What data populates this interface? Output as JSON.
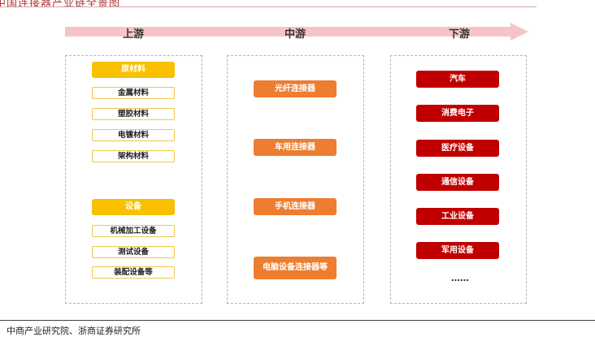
{
  "title": "中国连接器产业链全景图",
  "stages": [
    "上游",
    "中游",
    "下游"
  ],
  "upstream": {
    "materials_head": "原材料",
    "materials": [
      "金属材料",
      "塑胶材料",
      "电镀材料",
      "架构材料"
    ],
    "equipment_head": "设备",
    "equipment": [
      "机械加工设备",
      "测试设备",
      "装配设备等"
    ]
  },
  "midstream": [
    "光纤连接器",
    "车用连接器",
    "手机连接器",
    "电脑设备连接器等"
  ],
  "downstream": [
    "汽车",
    "消费电子",
    "医疗设备",
    "通信设备",
    "工业设备",
    "军用设备"
  ],
  "downstream_more": "……",
  "source": "中商产业研究院、浙商证券研究所",
  "colors": {
    "arrow": "#f6c4c8",
    "upstream_head": "#f8c000",
    "midstream": "#ed7d31",
    "downstream": "#c00000",
    "title": "#b0353a"
  }
}
